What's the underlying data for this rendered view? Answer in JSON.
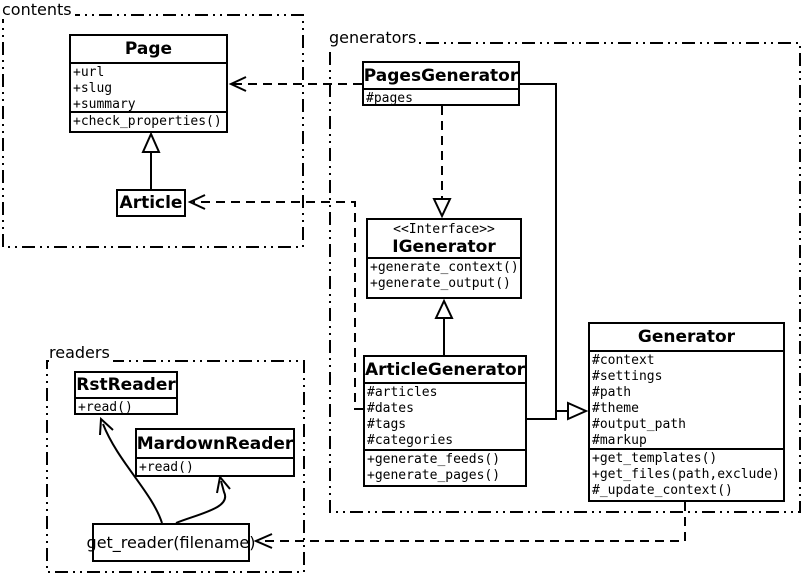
{
  "packages": {
    "contents": "contents",
    "generators": "generators",
    "readers": "readers"
  },
  "classes": {
    "page": {
      "name": "Page",
      "attrs": [
        "+url",
        "+slug",
        "+summary"
      ],
      "methods": [
        "+check_properties()"
      ]
    },
    "article": {
      "name": "Article"
    },
    "pages_generator": {
      "name": "PagesGenerator",
      "attrs": [
        "#pages"
      ]
    },
    "igenerator": {
      "stereotype": "<<Interface>>",
      "name": "IGenerator",
      "methods": [
        "+generate_context()",
        "+generate_output()"
      ]
    },
    "article_generator": {
      "name": "ArticleGenerator",
      "attrs": [
        "#articles",
        "#dates",
        "#tags",
        "#categories"
      ],
      "methods": [
        "+generate_feeds()",
        "+generate_pages()"
      ]
    },
    "generator": {
      "name": "Generator",
      "attrs": [
        "#context",
        "#settings",
        "#path",
        "#theme",
        "#output_path",
        "#markup"
      ],
      "methods": [
        "+get_templates()",
        "+get_files(path,exclude)",
        "#_update_context()"
      ]
    },
    "rst_reader": {
      "name": "RstReader",
      "methods": [
        "+read()"
      ]
    },
    "mardown_reader": {
      "name": "MardownReader",
      "methods": [
        "+read()"
      ]
    },
    "get_reader": {
      "name": "get_reader(filename)"
    }
  },
  "relations": [
    {
      "from": "Article",
      "to": "Page",
      "type": "inheritance-solid"
    },
    {
      "from": "PagesGenerator",
      "to": "IGenerator",
      "type": "realization-dashed"
    },
    {
      "from": "ArticleGenerator",
      "to": "IGenerator",
      "type": "inheritance-solid"
    },
    {
      "from": "PagesGenerator",
      "to": "Generator",
      "type": "inheritance-solid"
    },
    {
      "from": "ArticleGenerator",
      "to": "Generator",
      "type": "inheritance-solid"
    },
    {
      "from": "PagesGenerator",
      "to": "Page",
      "type": "dependency-dashed"
    },
    {
      "from": "ArticleGenerator",
      "to": "Article",
      "type": "dependency-dashed"
    },
    {
      "from": "Generator",
      "to": "get_reader(filename)",
      "type": "dependency-dashed"
    },
    {
      "from": "get_reader(filename)",
      "to": "RstReader",
      "type": "arrow-curved"
    },
    {
      "from": "get_reader(filename)",
      "to": "MardownReader",
      "type": "arrow-curved"
    }
  ],
  "colors": {
    "line": "#000000",
    "background": "#ffffff",
    "text": "#000000"
  }
}
